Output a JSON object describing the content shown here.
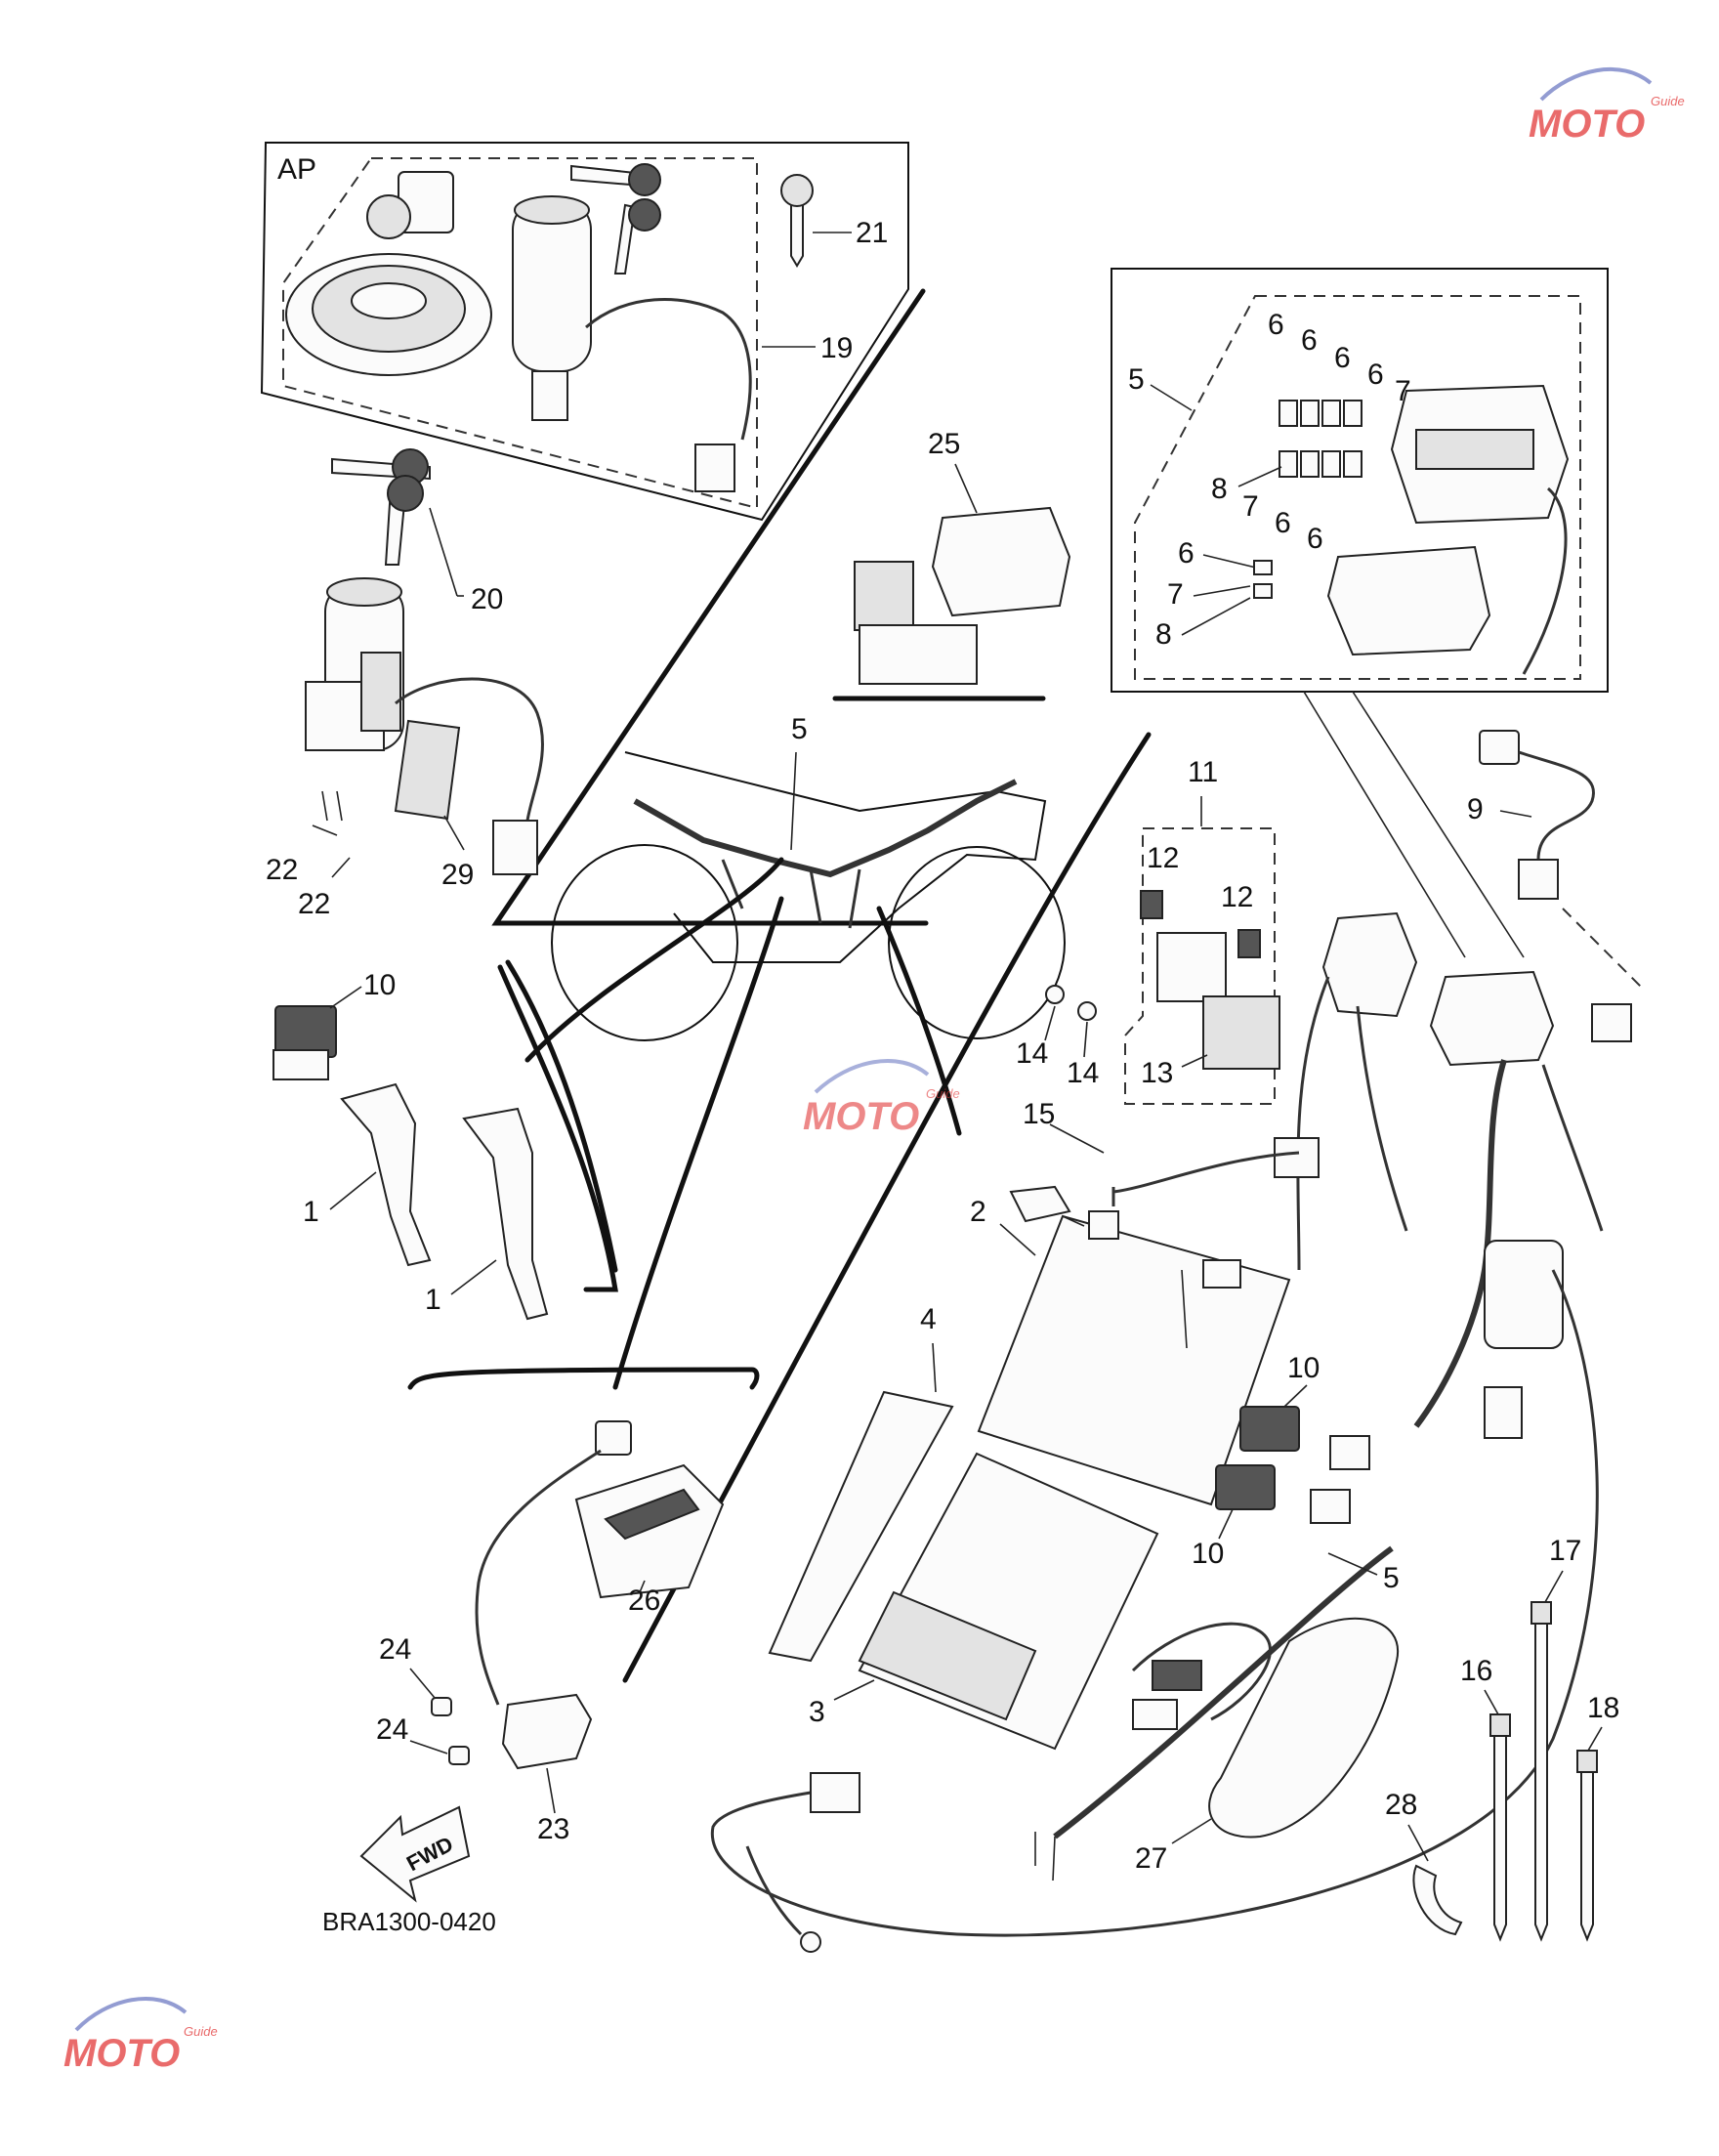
{
  "labels": {
    "l1a": "1",
    "l1b": "1",
    "l2": "2",
    "l3": "3",
    "l4": "4",
    "l5main": "5",
    "l5box": "5",
    "l5right": "5",
    "l6a": "6",
    "l6b": "6",
    "l6c": "6",
    "l6d": "6",
    "l6e": "6",
    "l6f": "6",
    "l6g": "6",
    "l7a": "7",
    "l7b": "7",
    "l7c": "7",
    "l8a": "8",
    "l8b": "8",
    "l9": "9",
    "l10a": "10",
    "l10b": "10",
    "l10c": "10",
    "l11": "11",
    "l12a": "12",
    "l12b": "12",
    "l13": "13",
    "l14a": "14",
    "l14b": "14",
    "l15": "15",
    "l16": "16",
    "l17": "17",
    "l18": "18",
    "l19": "19",
    "l20": "20",
    "l21": "21",
    "l22a": "22",
    "l22b": "22",
    "l23": "23",
    "l24a": "24",
    "l24b": "24",
    "l25": "25",
    "l26": "26",
    "l27": "27",
    "l28": "28",
    "l29": "29"
  },
  "group_tag": "AP",
  "fwd_arrow_text": "FWD",
  "diagram_code": "BRA1300-0420",
  "watermark": {
    "brand": "MOTO",
    "sub": "Guide"
  },
  "colors": {
    "ink": "#111111",
    "watermark_red": "#e23a3a",
    "watermark_blue": "#6f7cc4"
  }
}
